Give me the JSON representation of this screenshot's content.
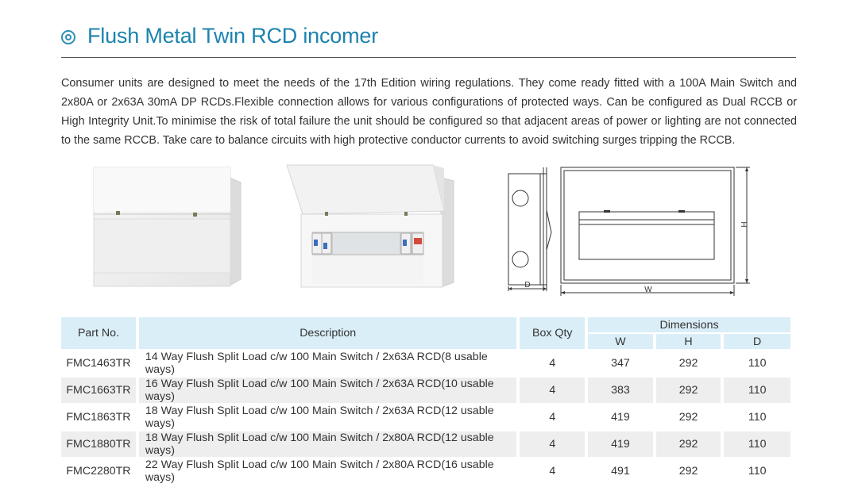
{
  "section": {
    "title": "Flush Metal Twin RCD incomer",
    "bullet_icon": "concentric-circles-icon",
    "accent_color": "#1c83ae"
  },
  "intro": "Consumer units are designed to meet the needs of the 17th Edition wiring regulations. They come ready fitted with a 100A Main Switch and 2x80A or 2x63A 30mA DP RCDs.Flexible connection allows for various configurations of protected ways. Can be configured as Dual RCCB or High Integrity Unit.To minimise the risk of total failure the unit should be configured so that adjacent areas of power or lighting are not connected to the same RCCB. Take care to balance circuits with high protective conductor currents to avoid switching surges tripping the RCCB.",
  "diagram": {
    "label_w": "W",
    "label_h": "H",
    "label_d": "D"
  },
  "table": {
    "headers": {
      "part_no": "Part No.",
      "description": "Description",
      "box_qty": "Box Qty",
      "dimensions": "Dimensions",
      "w": "W",
      "h": "H",
      "d": "D"
    },
    "rows": [
      {
        "part_no": "FMC1463TR",
        "description": "14 Way Flush Split Load c/w 100 Main Switch / 2x63A RCD(8 usable ways)",
        "box_qty": "4",
        "w": "347",
        "h": "292",
        "d": "110"
      },
      {
        "part_no": "FMC1663TR",
        "description": "16 Way Flush Split Load c/w 100 Main Switch / 2x63A RCD(10 usable ways)",
        "box_qty": "4",
        "w": "383",
        "h": "292",
        "d": "110"
      },
      {
        "part_no": "FMC1863TR",
        "description": "18 Way Flush Split Load c/w 100 Main Switch / 2x63A RCD(12 usable ways)",
        "box_qty": "4",
        "w": "419",
        "h": "292",
        "d": "110"
      },
      {
        "part_no": "FMC1880TR",
        "description": "18 Way Flush Split Load c/w 100 Main Switch / 2x80A RCD(12 usable ways)",
        "box_qty": "4",
        "w": "419",
        "h": "292",
        "d": "110"
      },
      {
        "part_no": "FMC2280TR",
        "description": "22 Way Flush Split Load c/w 100 Main Switch / 2x80A RCD(16 usable ways)",
        "box_qty": "4",
        "w": "491",
        "h": "292",
        "d": "110"
      }
    ]
  }
}
